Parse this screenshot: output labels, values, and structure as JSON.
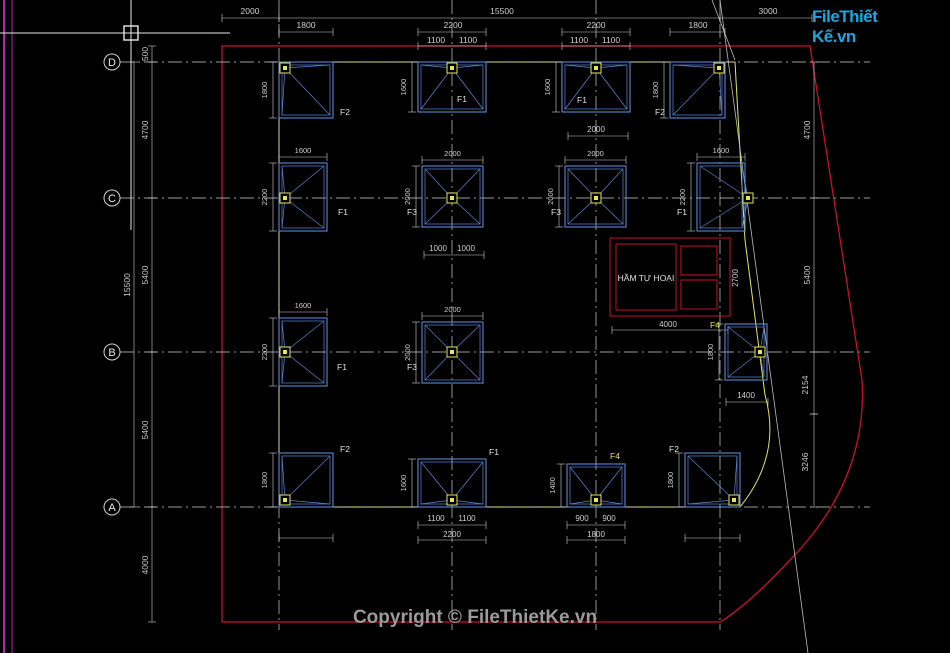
{
  "watermark": {
    "logo": "FileThiết Kế.vn",
    "copyright": "Copyright © FileThietKe.vn"
  },
  "colors": {
    "background": "#000000",
    "footing": "#5b86d6",
    "dimension": "#cfcfcf",
    "boundary": "#c8102e",
    "outline": "#e5e55a",
    "label_yellow": "#e5e55a",
    "axis": "#d0d0d0",
    "magenta": "#c21bbd"
  },
  "axes": [
    {
      "label": "D"
    },
    {
      "label": "C"
    },
    {
      "label": "B"
    },
    {
      "label": "A"
    }
  ],
  "dims_top": [
    "2000",
    "1800",
    "2200",
    "15500",
    "2200",
    "1800",
    "3000",
    "1100",
    "1100",
    "1100",
    "1100"
  ],
  "dims_left": [
    "500",
    "4700",
    "5400",
    "15500",
    "5400",
    "4000"
  ],
  "dims_right": [
    "4700",
    "5400",
    "2154",
    "3246"
  ],
  "footings": [
    {
      "name": "F2",
      "w": "1800",
      "h": "1800"
    },
    {
      "name": "F1",
      "w": "2200",
      "h": "1600"
    },
    {
      "name": "F1",
      "w": "2200",
      "h": "1600"
    },
    {
      "name": "F2",
      "w": "1800",
      "h": "1800"
    },
    {
      "name": "F1",
      "w": "1600",
      "h": "2200"
    },
    {
      "name": "F3",
      "w": "2000",
      "h": "2000"
    },
    {
      "name": "F3",
      "w": "2000",
      "h": "2000"
    },
    {
      "name": "F1",
      "w": "1600",
      "h": "2200"
    },
    {
      "name": "F1",
      "w": "1600",
      "h": "2200"
    },
    {
      "name": "F3",
      "w": "2000",
      "h": "2000"
    },
    {
      "name": "F4",
      "w": "1400",
      "h": "1800"
    },
    {
      "name": "F2",
      "w": "1800",
      "h": "1800"
    },
    {
      "name": "F1",
      "w": "2200",
      "h": "1600"
    },
    {
      "name": "F4",
      "w": "1800",
      "h": "1400"
    },
    {
      "name": "F2",
      "w": "1800",
      "h": "1800"
    }
  ],
  "inner_dims": [
    "1000",
    "1000",
    "900",
    "900",
    "1400",
    "1100",
    "1100",
    "2000",
    "2700",
    "4000",
    "1800",
    "1400",
    "2200",
    "1600"
  ],
  "septic_tank": {
    "label": "HẦM TỰ HOẠI",
    "width": "4000",
    "height": "2700"
  }
}
